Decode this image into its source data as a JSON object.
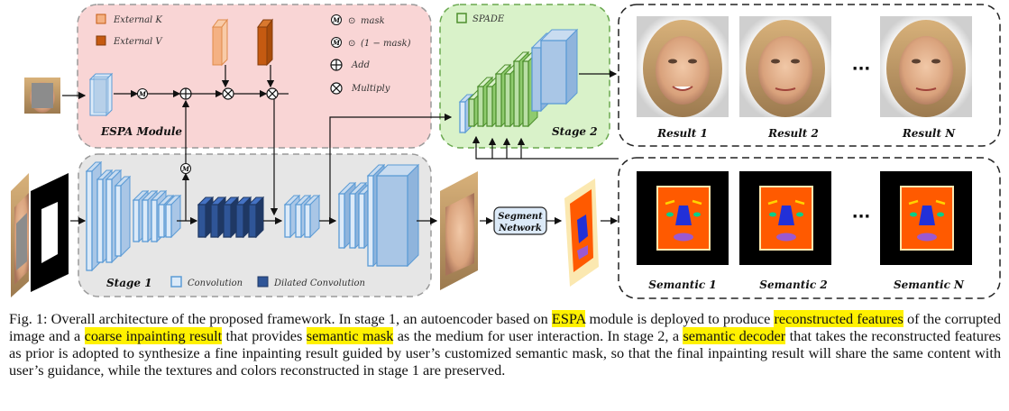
{
  "legend": {
    "external_k": "External K",
    "external_v": "External V",
    "spade": "SPADE",
    "mask": "mask",
    "one_minus_mask": "(1 − mask)",
    "add": "Add",
    "multiply": "Multiply",
    "convolution": "Convolution",
    "dilated_convolution": "Dilated Convolution",
    "m_symbol": "M",
    "mbar_symbol": "M̄",
    "mask_op": "⊙",
    "ellipsis": "···"
  },
  "blocks": {
    "espa_module": "ESPA Module",
    "stage1": "Stage 1",
    "stage2": "Stage 2",
    "segment_network_line1": "Segment",
    "segment_network_line2": "Network"
  },
  "results": [
    "Result 1",
    "Result 2",
    "Result N"
  ],
  "semantics": [
    "Semantic 1",
    "Semantic 2",
    "Semantic N"
  ],
  "caption": {
    "p0": "Fig. 1: Overall architecture of the proposed framework. In stage 1, an autoencoder based on ",
    "h1": "ESPA",
    "p1": " module is deployed to produce ",
    "h2": "reconstructed features",
    "p2": " of the corrupted image and a ",
    "h3": "coarse inpainting result",
    "p3": " that provides ",
    "h4": "semantic mask",
    "p4": " as the medium for user interaction. In stage 2, a ",
    "h5": "semantic decoder",
    "p5": " that takes the reconstructed features as prior is adopted to synthesize a fine inpainting result guided by user’s customized semantic mask, so that the final inpainting result will share the same content with user’s guidance, while the textures and colors reconstructed in stage 1 are preserved."
  },
  "colors": {
    "espa_bg": "#f9d5d5",
    "stage1_bg": "#e6e6e6",
    "stage2_bg": "#d9f2c9",
    "conv_fill": "#dceaf8",
    "conv_stroke": "#5b9bd5",
    "dilated_fill": "#2f5597",
    "external_k": "#f4b183",
    "external_v": "#c55a11",
    "spade_fill": "#b9dfa5",
    "spade_stroke": "#4e8f2e",
    "highlight": "#fff100"
  }
}
